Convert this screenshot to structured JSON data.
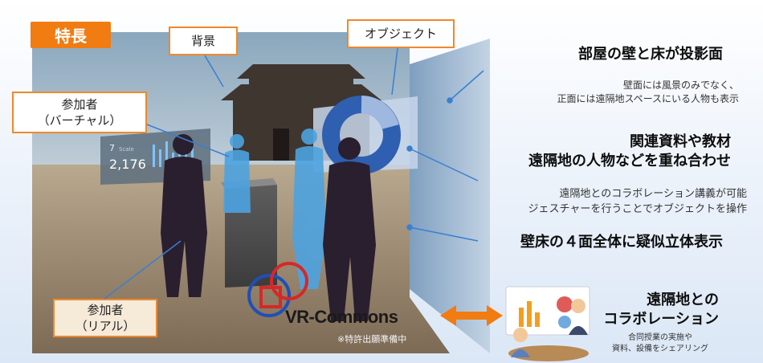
{
  "header": {
    "badge": "特長"
  },
  "callouts": {
    "background": "背景",
    "object": "オブジェクト",
    "participant_virtual": [
      "参加者",
      "（バーチャル）"
    ],
    "participant_real": [
      "参加者",
      "（リアル）"
    ]
  },
  "features": [
    {
      "headline": "部屋の壁と床が投影面",
      "sub": [
        "壁面には風景のみでなく、",
        "正面には遠隔地スペースにいる人物も表示"
      ]
    },
    {
      "headline": [
        "関連資料や教材",
        "遠隔地の人物などを重ね合わせ"
      ],
      "sub": [
        "遠隔地とのコラボレーション講義が可能",
        "ジェスチャーを行うことでオブジェクトを操作"
      ]
    },
    {
      "headline": "壁床の４面全体に疑似立体表示"
    }
  ],
  "collaboration": {
    "headline": [
      "遠隔地との",
      "コラボレーション"
    ],
    "sub": [
      "合同授業の実施や",
      "資料、設備をシェアリング"
    ]
  },
  "hologram_panel": {
    "value_small": "7",
    "value_small_label": "Scale",
    "value_large": "2,176"
  },
  "logo": {
    "text": "VR-Commons",
    "note": "※特許出願準備中"
  },
  "colors": {
    "accent": "#f07c12",
    "blue_figure": "#4da3e0",
    "bullet": "#3a7fd0"
  }
}
